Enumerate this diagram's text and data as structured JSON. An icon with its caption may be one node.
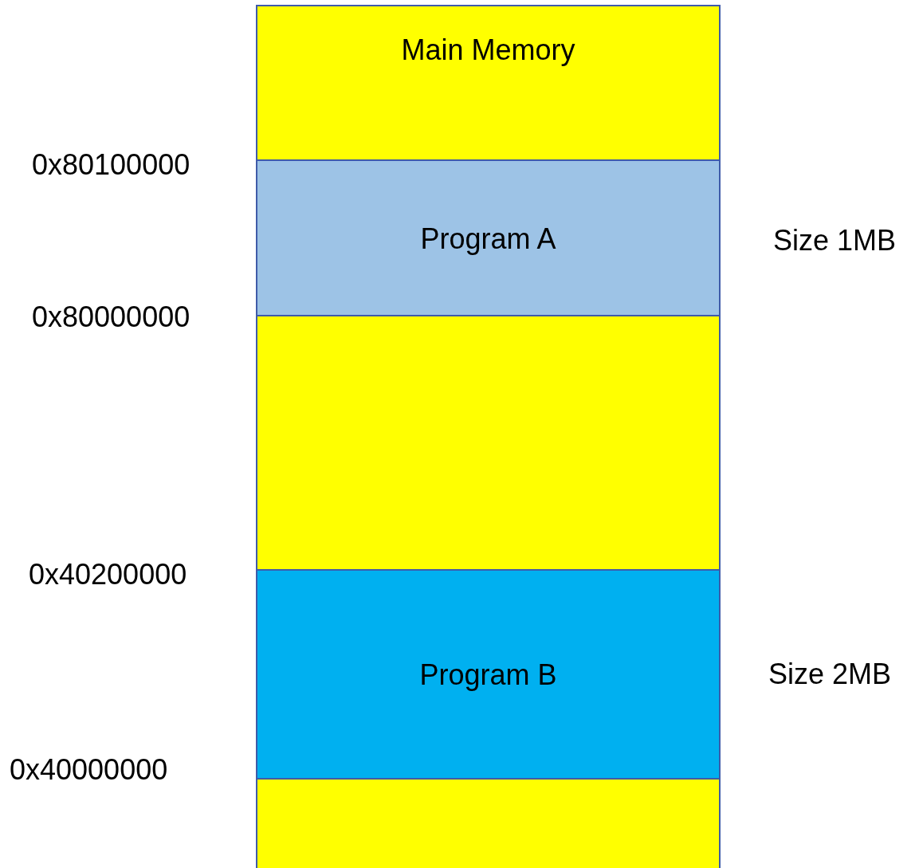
{
  "diagram": {
    "nodes": [
      {
        "text": [
          "Main Memory"
        ]
      },
      {
        "text": [
          "Program A"
        ],
        "in": 0
      },
      {
        "text": [
          "Program B"
        ],
        "in": 0
      }
    ],
    "edges": [],
    "labels": [
      "0x80100000",
      "Size 1MB",
      "0x80000000",
      "0x40200000",
      "Size 2MB",
      "0x40000000"
    ]
  }
}
